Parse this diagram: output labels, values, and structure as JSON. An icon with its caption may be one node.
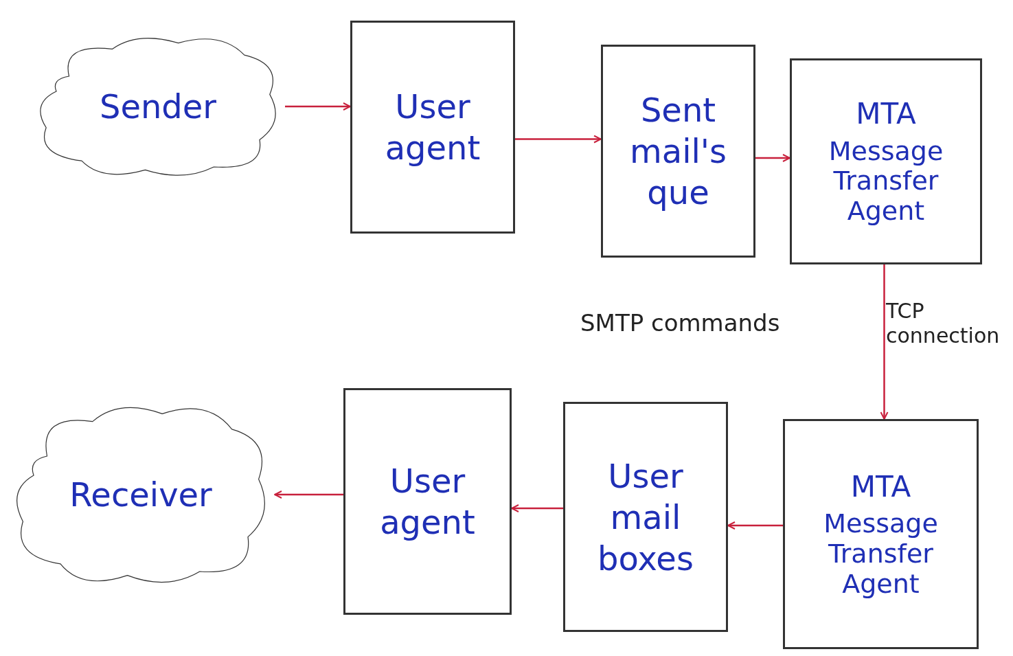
{
  "diagram": {
    "nodes": [
      {
        "text": [
          "Sender"
        ]
      },
      {
        "text": [
          "User agent"
        ]
      },
      {
        "text": [
          "Sent mail's que"
        ]
      },
      {
        "text": [
          "MTA",
          "Message Transfer Agent"
        ]
      },
      {
        "text": [
          "Receiver"
        ]
      },
      {
        "text": [
          "User agent"
        ]
      },
      {
        "text": [
          "User mail boxes"
        ]
      },
      {
        "text": [
          "MTA",
          "Message Transfer Agent"
        ]
      }
    ],
    "edges": [
      {
        "from": 0,
        "to": 1,
        "arrow": "to"
      },
      {
        "from": 1,
        "to": 2,
        "arrow": "to"
      },
      {
        "from": 2,
        "to": 3,
        "arrow": "to"
      },
      {
        "from": 3,
        "to": 7,
        "arrow": "to",
        "label": "TCP connection"
      },
      {
        "from": 7,
        "to": 6,
        "arrow": "to"
      },
      {
        "from": 6,
        "to": 5,
        "arrow": "to"
      },
      {
        "from": 5,
        "to": 4,
        "arrow": "to"
      }
    ],
    "labels": [
      "SMTP commands"
    ]
  }
}
